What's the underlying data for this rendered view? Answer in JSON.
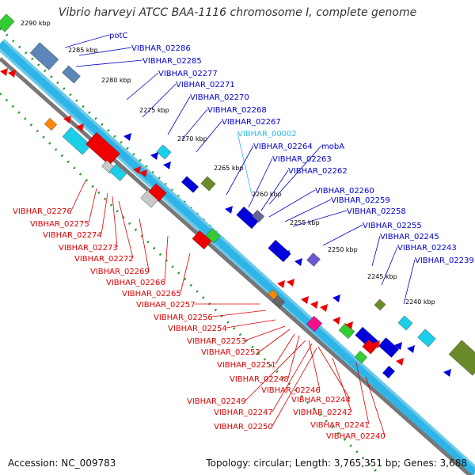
{
  "header": {
    "title": "Vibrio harveyi ATCC BAA-1116 chromosome I, complete genome"
  },
  "footer": {
    "accession": "Accession: NC_009783",
    "summary": "Topology: circular; Length: 3,765,351 bp; Genes: 3,688"
  },
  "colors": {
    "forward_cds": "#0000dd",
    "reverse_cds": "#ee0000",
    "trna": "#33bbee",
    "backbone": "#888888"
  },
  "ticks": [
    "2290 kbp",
    "2285 kbp",
    "2280 kbp",
    "2275 kbp",
    "2270 kbp",
    "2265 kbp",
    "2260 kbp",
    "2255 kbp",
    "2250 kbp",
    "2245 kbp",
    "2240 kbp"
  ],
  "labels_upper": [
    {
      "text": "potC",
      "color": "#0000cc"
    },
    {
      "text": "VIBHAR_02286",
      "color": "#0000cc"
    },
    {
      "text": "VIBHAR_02285",
      "color": "#0000cc"
    },
    {
      "text": "VIBHAR_02277",
      "color": "#0000cc"
    },
    {
      "text": "VIBHAR_02271",
      "color": "#0000cc"
    },
    {
      "text": "VIBHAR_02270",
      "color": "#0000cc"
    },
    {
      "text": "VIBHAR_02268",
      "color": "#0000cc"
    },
    {
      "text": "VIBHAR_02267",
      "color": "#0000cc"
    },
    {
      "text": "VIBHAR_00002",
      "color": "#33bbee"
    },
    {
      "text": "VIBHAR_02264",
      "color": "#0000cc"
    },
    {
      "text": "mobA",
      "color": "#0000cc"
    },
    {
      "text": "VIBHAR_02263",
      "color": "#0000cc"
    },
    {
      "text": "VIBHAR_02262",
      "color": "#0000cc"
    },
    {
      "text": "VIBHAR_02260",
      "color": "#0000cc"
    },
    {
      "text": "VIBHAR_02259",
      "color": "#0000cc"
    },
    {
      "text": "VIBHAR_02258",
      "color": "#0000cc"
    },
    {
      "text": "VIBHAR_02255",
      "color": "#0000cc"
    },
    {
      "text": "VIBHAR_02245",
      "color": "#0000cc"
    },
    {
      "text": "VIBHAR_02243",
      "color": "#0000cc"
    },
    {
      "text": "VIBHAR_02239",
      "color": "#0000cc"
    }
  ],
  "labels_lower": [
    {
      "text": "VIBHAR_02276",
      "color": "#dd0000"
    },
    {
      "text": "VIBHAR_02275",
      "color": "#dd0000"
    },
    {
      "text": "VIBHAR_02274",
      "color": "#dd0000"
    },
    {
      "text": "VIBHAR_02273",
      "color": "#dd0000"
    },
    {
      "text": "VIBHAR_02272",
      "color": "#dd0000"
    },
    {
      "text": "VIBHAR_02269",
      "color": "#dd0000"
    },
    {
      "text": "VIBHAR_02266",
      "color": "#dd0000"
    },
    {
      "text": "VIBHAR_02265",
      "color": "#dd0000"
    },
    {
      "text": "VIBHAR_02257",
      "color": "#dd0000"
    },
    {
      "text": "VIBHAR_02256",
      "color": "#dd0000"
    },
    {
      "text": "VIBHAR_02254",
      "color": "#dd0000"
    },
    {
      "text": "VIBHAR_02253",
      "color": "#dd0000"
    },
    {
      "text": "VIBHAR_02252",
      "color": "#dd0000"
    },
    {
      "text": "VIBHAR_02251",
      "color": "#dd0000"
    },
    {
      "text": "VIBHAR_02248",
      "color": "#dd0000"
    },
    {
      "text": "VIBHAR_02246",
      "color": "#dd0000"
    },
    {
      "text": "VIBHAR_02249",
      "color": "#dd0000"
    },
    {
      "text": "VIBHAR_02244",
      "color": "#dd0000"
    },
    {
      "text": "VIBHAR_02247",
      "color": "#dd0000"
    },
    {
      "text": "VIBHAR_02242",
      "color": "#dd0000"
    },
    {
      "text": "VIBHAR_02250",
      "color": "#dd0000"
    },
    {
      "text": "VIBHAR_02241",
      "color": "#dd0000"
    },
    {
      "text": "VIBHAR_02240",
      "color": "#dd0000"
    }
  ]
}
